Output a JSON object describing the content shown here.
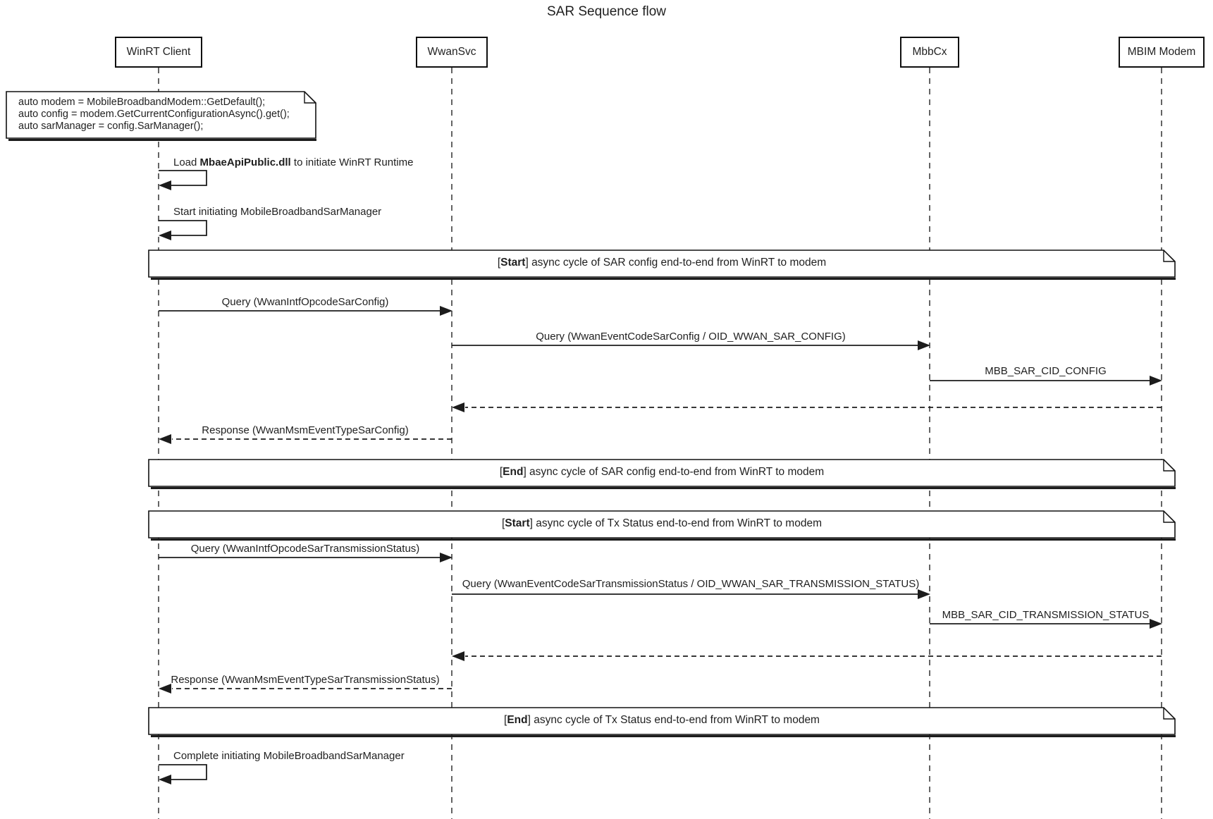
{
  "title": "SAR Sequence flow",
  "participants": [
    {
      "label": "WinRT Client"
    },
    {
      "label": "WwanSvc"
    },
    {
      "label": "MbbCx"
    },
    {
      "label": "MBIM Modem"
    }
  ],
  "note": {
    "line1": "auto modem = MobileBroadbandModem::GetDefault();",
    "line2": "auto config = modem.GetCurrentConfigurationAsync().get();",
    "line3": "auto sarManager = config.SarManager();"
  },
  "self_messages": [
    {
      "prefix": "Load ",
      "bold": "MbaeApiPublic.dll",
      "suffix": " to initiate WinRT Runtime"
    },
    {
      "text": "Start initiating MobileBroadbandSarManager"
    },
    {
      "text": "Complete initiating MobileBroadbandSarManager"
    }
  ],
  "frames": [
    {
      "open": "[",
      "keyword": "Start",
      "rest": "] async cycle of SAR config end-to-end from WinRT to modem"
    },
    {
      "open": "[",
      "keyword": "End",
      "rest": "] async cycle of SAR config end-to-end from WinRT to modem"
    },
    {
      "open": "[",
      "keyword": "Start",
      "rest": "] async cycle of Tx Status end-to-end from WinRT to modem"
    },
    {
      "open": "[",
      "keyword": "End",
      "rest": "] async cycle of Tx Status end-to-end from WinRT to modem"
    }
  ],
  "messages": [
    {
      "label": "Query (WwanIntfOpcodeSarConfig)"
    },
    {
      "label": "Query (WwanEventCodeSarConfig / OID_WWAN_SAR_CONFIG)"
    },
    {
      "label": "MBB_SAR_CID_CONFIG"
    },
    {
      "label": "Response (WwanMsmEventTypeSarConfig)"
    },
    {
      "label": "Query (WwanIntfOpcodeSarTransmissionStatus)"
    },
    {
      "label": "Query (WwanEventCodeSarTransmissionStatus / OID_WWAN_SAR_TRANSMISSION_STATUS)"
    },
    {
      "label": "MBB_SAR_CID_TRANSMISSION_STATUS"
    },
    {
      "label": "Response (WwanMsmEventTypeSarTransmissionStatus)"
    }
  ],
  "colors": {
    "ink": "#1f1f1f",
    "background": "#ffffff"
  }
}
